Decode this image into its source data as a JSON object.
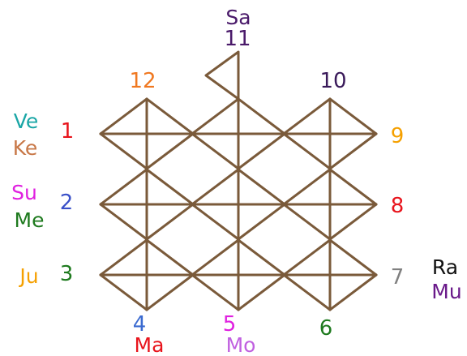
{
  "line_color": "#7a5a3a",
  "houses": [
    {
      "num": "1",
      "color": "#e8141c"
    },
    {
      "num": "2",
      "color": "#3a50c8"
    },
    {
      "num": "3",
      "color": "#1e7a1e"
    },
    {
      "num": "4",
      "color": "#3a6ad0"
    },
    {
      "num": "5",
      "color": "#e020e0"
    },
    {
      "num": "6",
      "color": "#1e7a1e"
    },
    {
      "num": "7",
      "color": "#808080"
    },
    {
      "num": "8",
      "color": "#e8141c"
    },
    {
      "num": "9",
      "color": "#f5a000"
    },
    {
      "num": "10",
      "color": "#3a1a5a"
    },
    {
      "num": "11",
      "color": "#4a1a6a"
    },
    {
      "num": "12",
      "color": "#f07820"
    }
  ],
  "planets": [
    {
      "name": "Sa",
      "house": "11",
      "color": "#4a1a6a"
    },
    {
      "name": "Ve",
      "house": "1",
      "color": "#1aa6a6"
    },
    {
      "name": "Ke",
      "house": "1",
      "color": "#c87848"
    },
    {
      "name": "Su",
      "house": "2",
      "color": "#e020e0"
    },
    {
      "name": "Me",
      "house": "2",
      "color": "#1e7a1e"
    },
    {
      "name": "Ju",
      "house": "3",
      "color": "#f5a000"
    },
    {
      "name": "Ma",
      "house": "4",
      "color": "#e8141c"
    },
    {
      "name": "Mo",
      "house": "5",
      "color": "#c060e0"
    },
    {
      "name": "Ra",
      "house": "7",
      "color": "#111111"
    },
    {
      "name": "Mu",
      "house": "7",
      "color": "#6a1a8a"
    }
  ]
}
